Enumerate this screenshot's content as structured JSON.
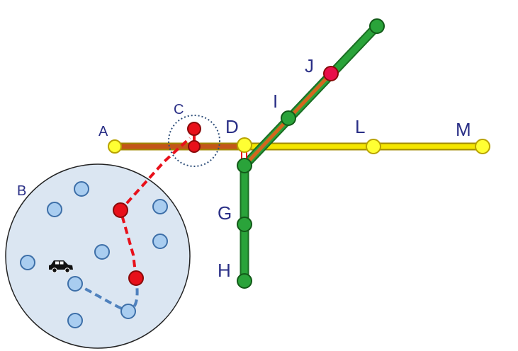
{
  "labels": {
    "A": "A",
    "B": "B",
    "C": "C",
    "D": "D",
    "G": "G",
    "H": "H",
    "I": "I",
    "J": "J",
    "L": "L",
    "M": "M"
  },
  "colors": {
    "yellow_line": "#f5e600",
    "yellow_node": "#ffff33",
    "green_line": "#1e9b2c",
    "green_node": "#2aa33a",
    "red": "#e8101a",
    "orange": "#e8641a",
    "region_fill": "#dbe6f2",
    "region_node": "#a9cdf0",
    "path_blue": "#4f81bd",
    "label": "#2a2f86"
  },
  "icons": {
    "vehicle": "car-icon"
  }
}
